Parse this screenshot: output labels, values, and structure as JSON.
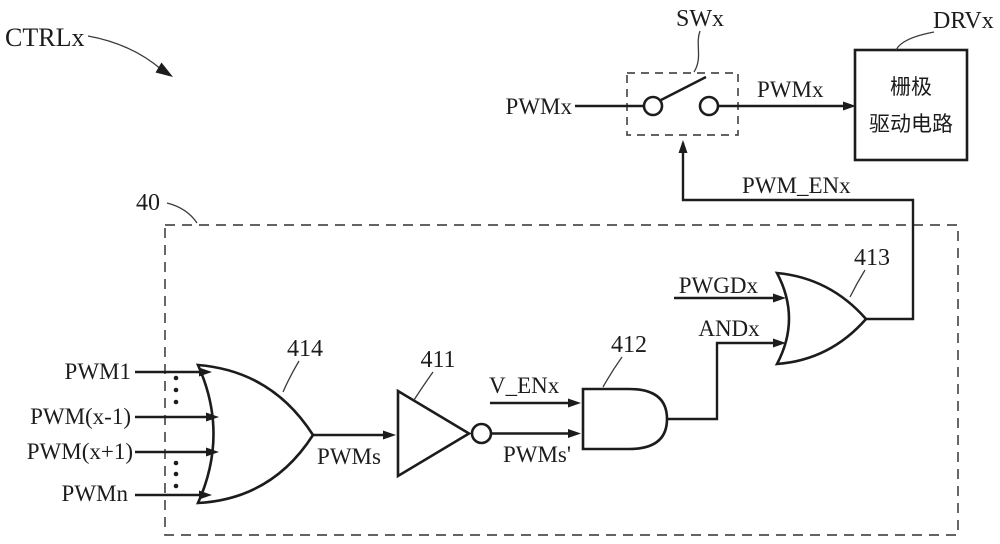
{
  "figure": {
    "title_ref": "CTRLx",
    "switch": {
      "ref": "SWx",
      "input": "PWMx",
      "output": "PWMx"
    },
    "driver": {
      "ref": "DRVx",
      "line1": "栅极",
      "line2": "驱动电路"
    },
    "enable_signal": "PWM_ENx",
    "block_ref": "40",
    "or414": {
      "ref": "414",
      "inputs": [
        "PWM1",
        "PWM(x-1)",
        "PWM(x+1)",
        "PWMn"
      ],
      "output": "PWMs"
    },
    "inv411": {
      "ref": "411",
      "output": "PWMs'"
    },
    "and412": {
      "ref": "412",
      "input_top": "V_ENx",
      "output": "ANDx"
    },
    "or413": {
      "ref": "413",
      "input_top": "PWGDx"
    }
  },
  "colors": {
    "ink": "#1c1c1c",
    "dashed_border": "#4d4d4d",
    "paper": "#ffffff"
  }
}
